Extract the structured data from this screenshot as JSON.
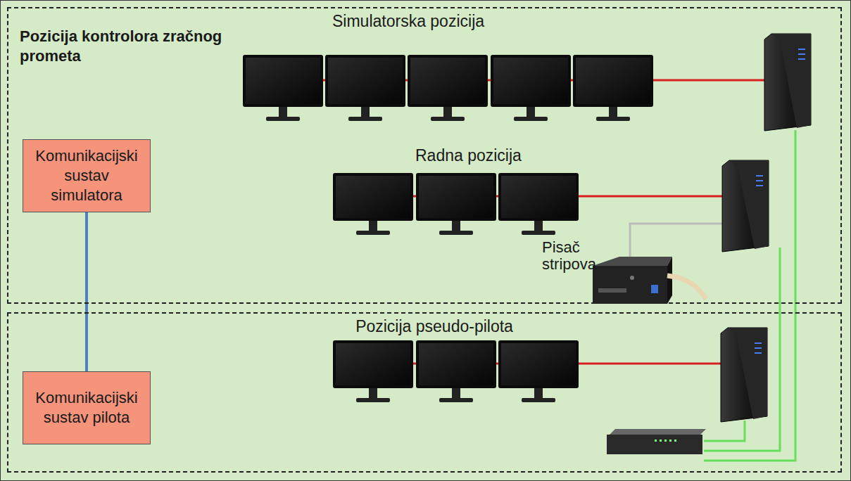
{
  "diagram": {
    "nodes": [
      {
        "text": [
          "Pozicija kontrolora zračnog prometa"
        ]
      },
      {
        "text": [
          "Komunikacijski sustav simulatora"
        ],
        "in": 0
      },
      {
        "text": [
          "Pozicija pseudo-pilota"
        ]
      },
      {
        "text": [
          "Komunikacijski sustav pilota"
        ],
        "in": 2
      }
    ],
    "edges": [
      {
        "from": 1,
        "to": 3,
        "arrow": "none"
      }
    ],
    "labels": [
      "Simulatorska pozicija",
      "Radna pozicija",
      "Pisač stripova"
    ]
  }
}
